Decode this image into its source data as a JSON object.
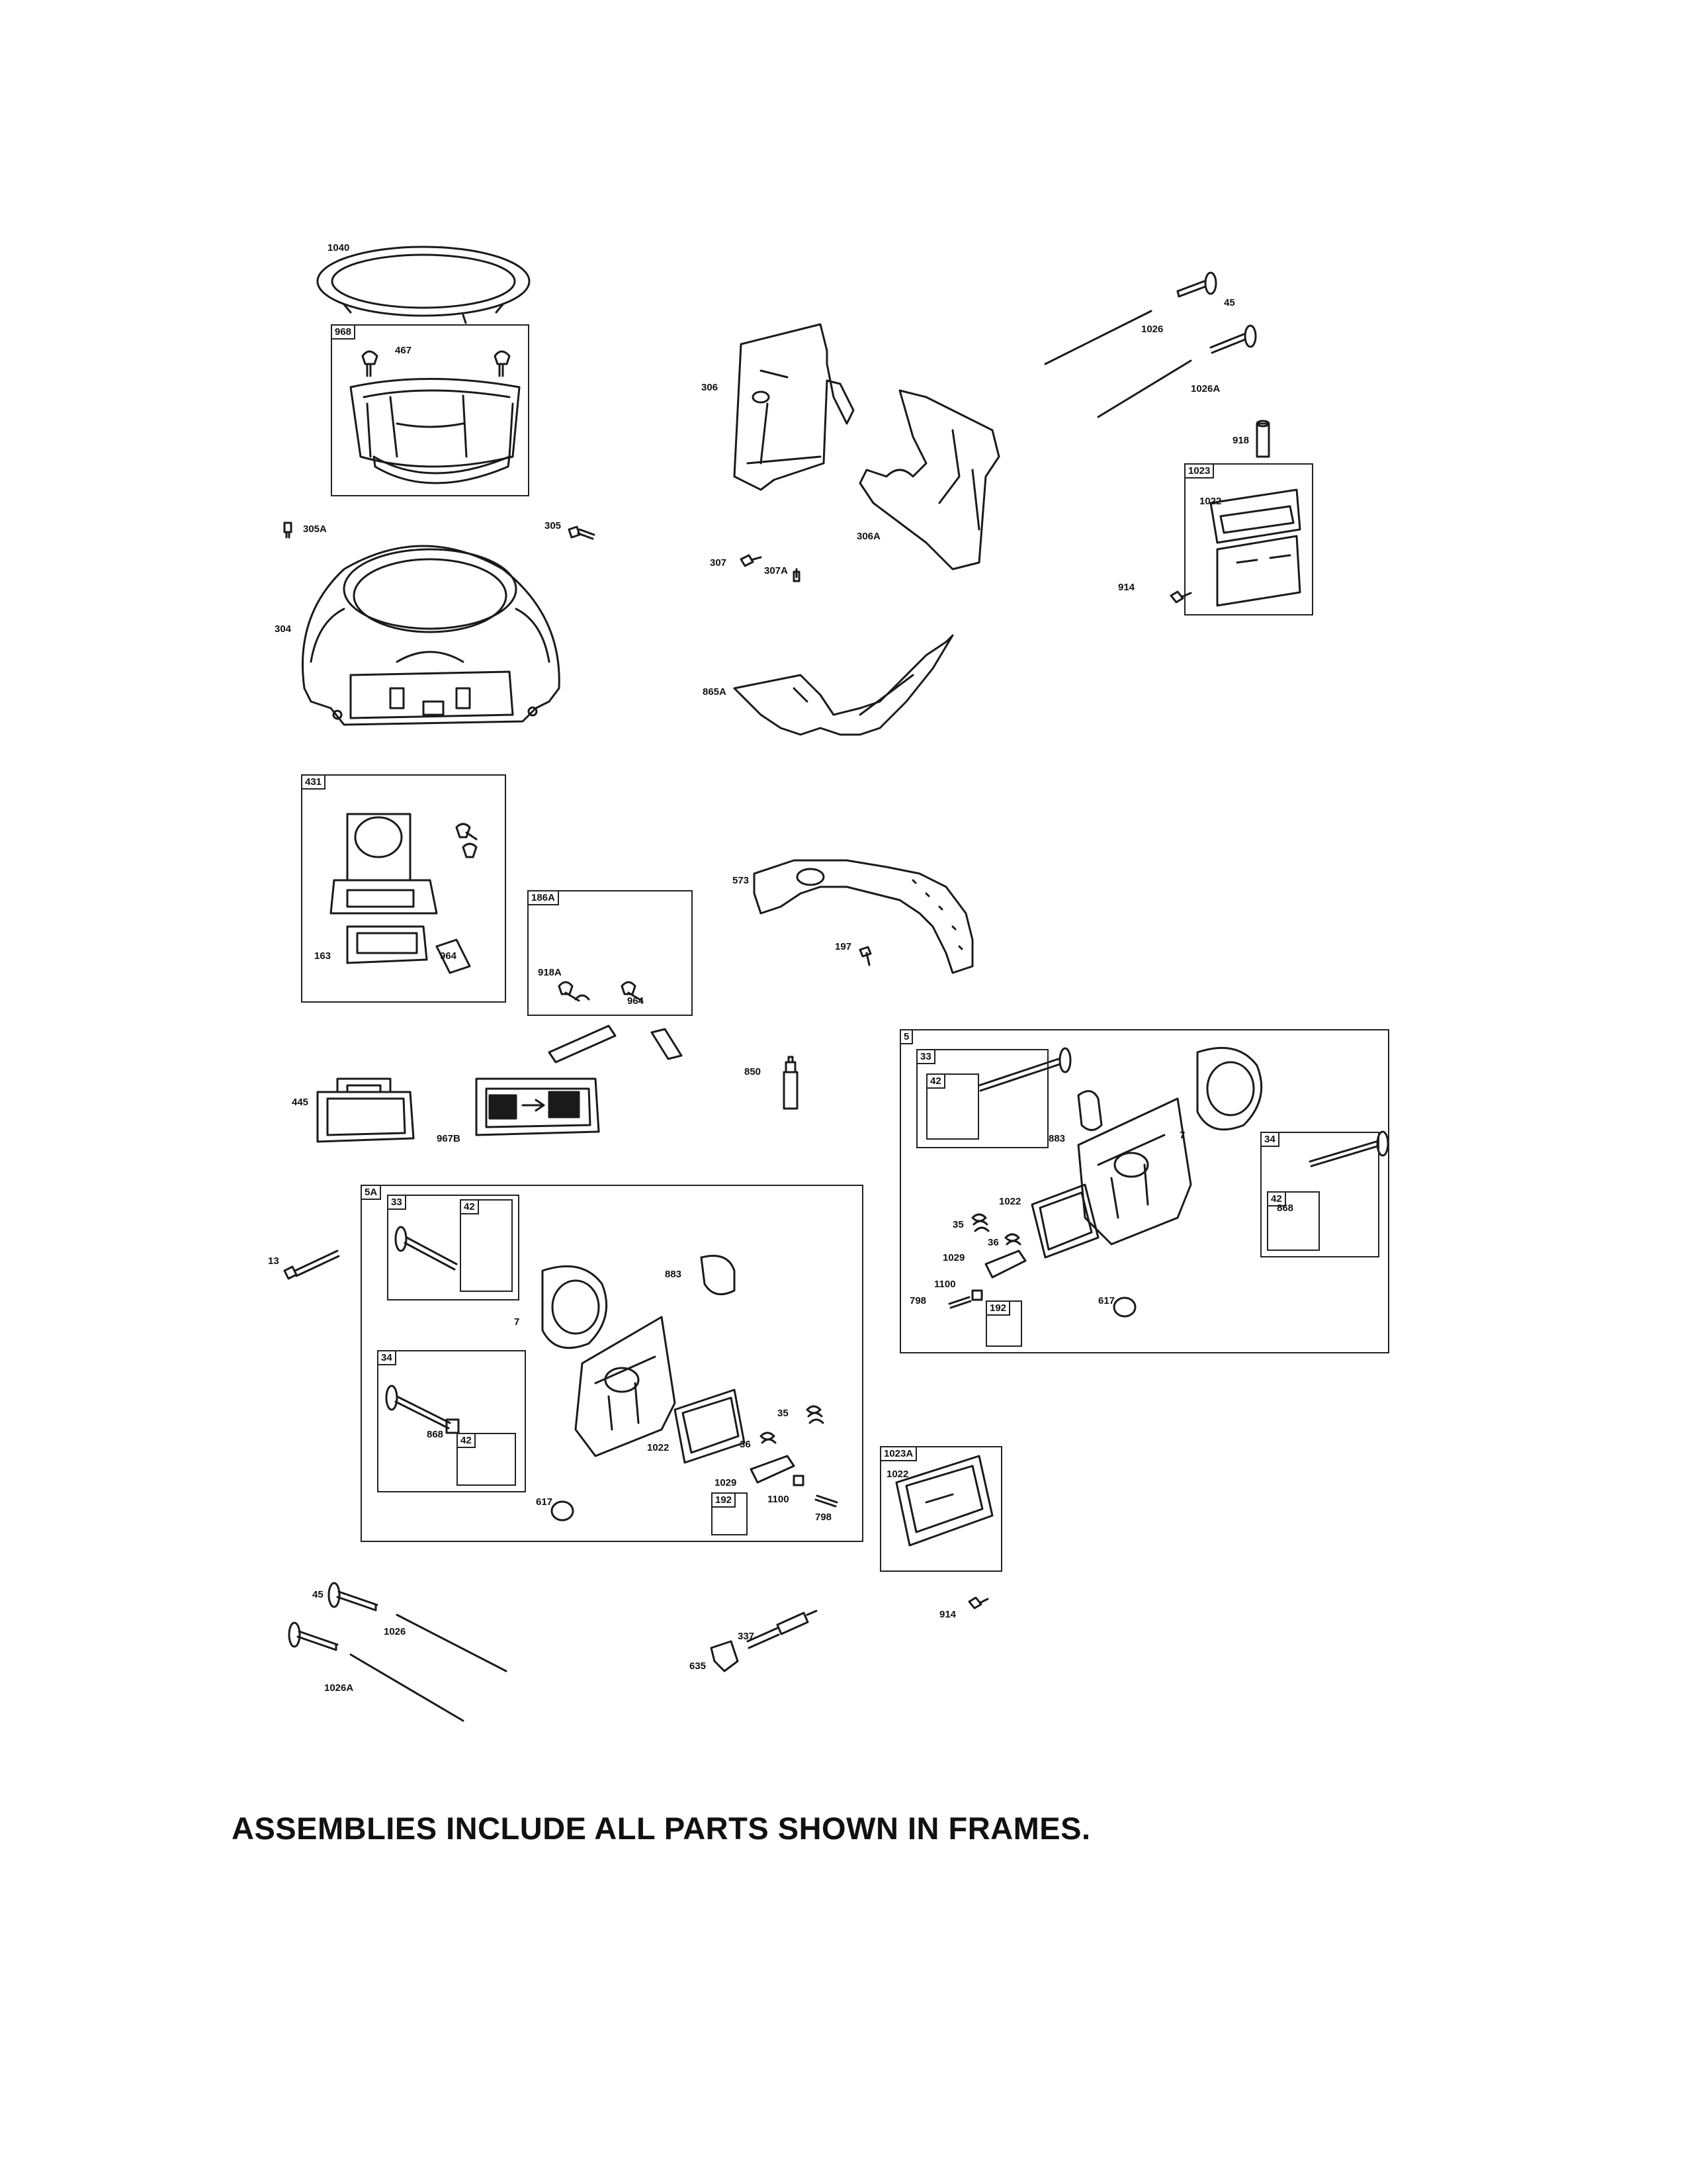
{
  "frames": [
    {
      "id": "968"
    },
    {
      "id": "1023"
    },
    {
      "id": "431"
    },
    {
      "id": "186A"
    },
    {
      "id": "5"
    },
    {
      "id": "5-33",
      "label": "33"
    },
    {
      "id": "5-42a",
      "label": "42"
    },
    {
      "id": "5-34",
      "label": "34"
    },
    {
      "id": "5-42b",
      "label": "42"
    },
    {
      "id": "5-192",
      "label": "192"
    },
    {
      "id": "5A"
    },
    {
      "id": "5A-33",
      "label": "33"
    },
    {
      "id": "5A-42a",
      "label": "42"
    },
    {
      "id": "5A-34",
      "label": "34"
    },
    {
      "id": "5A-42b",
      "label": "42"
    },
    {
      "id": "5A-192",
      "label": "192"
    },
    {
      "id": "1023A"
    }
  ],
  "callouts": {
    "c1040": "1040",
    "c467": "467",
    "c305A": "305A",
    "c305": "305",
    "c304": "304",
    "c306": "306",
    "c307": "307",
    "c307A": "307A",
    "c306A": "306A",
    "c865A": "865A",
    "c45a": "45",
    "c1026a": "1026",
    "c1026Aa": "1026A",
    "c918": "918",
    "c1022a": "1022",
    "c914a": "914",
    "c163": "163",
    "c964a": "964",
    "c918A": "918A",
    "c964b": "964",
    "c573": "573",
    "c197": "197",
    "c445": "445",
    "c967B": "967B",
    "c850": "850",
    "c883a": "883",
    "c7a": "7",
    "c868a": "868",
    "c1022b": "1022",
    "c35a": "35",
    "c36a": "36",
    "c1029a": "1029",
    "c1100a": "1100",
    "c798a": "798",
    "c617a": "617",
    "c13": "13",
    "c7b": "7",
    "c883b": "883",
    "c868b": "868",
    "c1022c": "1022",
    "c35b": "35",
    "c36b": "36",
    "c1029b": "1029",
    "c1100b": "1100",
    "c798b": "798",
    "c617b": "617",
    "c1022d": "1022",
    "c914b": "914",
    "c45b": "45",
    "c1026b": "1026",
    "c1026Ab": "1026A",
    "c337": "337",
    "c635": "635"
  },
  "footer": "ASSEMBLIES INCLUDE ALL PARTS SHOWN IN FRAMES."
}
